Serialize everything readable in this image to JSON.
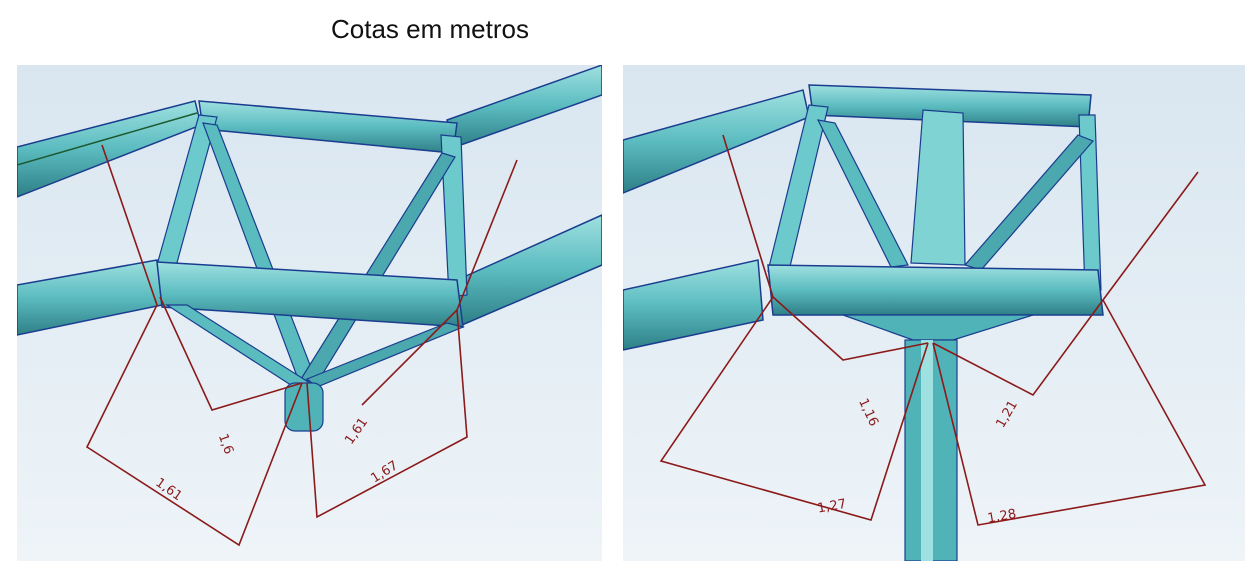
{
  "caption": "Cotas em metros",
  "colors": {
    "background_top": "#d9e6f0",
    "background_bottom": "#eef4f8",
    "steel_light": "#7fd3d3",
    "steel_mid": "#4fb3b8",
    "steel_dark": "#2e7f86",
    "edge": "#1a3d8f",
    "dimension": "#8b1a1a"
  },
  "left_view": {
    "dimensions": [
      "1,61",
      "1,67",
      "1,61",
      "1,6"
    ]
  },
  "right_view": {
    "dimensions": [
      "1,27",
      "1,28",
      "1,16",
      "1,21"
    ]
  }
}
